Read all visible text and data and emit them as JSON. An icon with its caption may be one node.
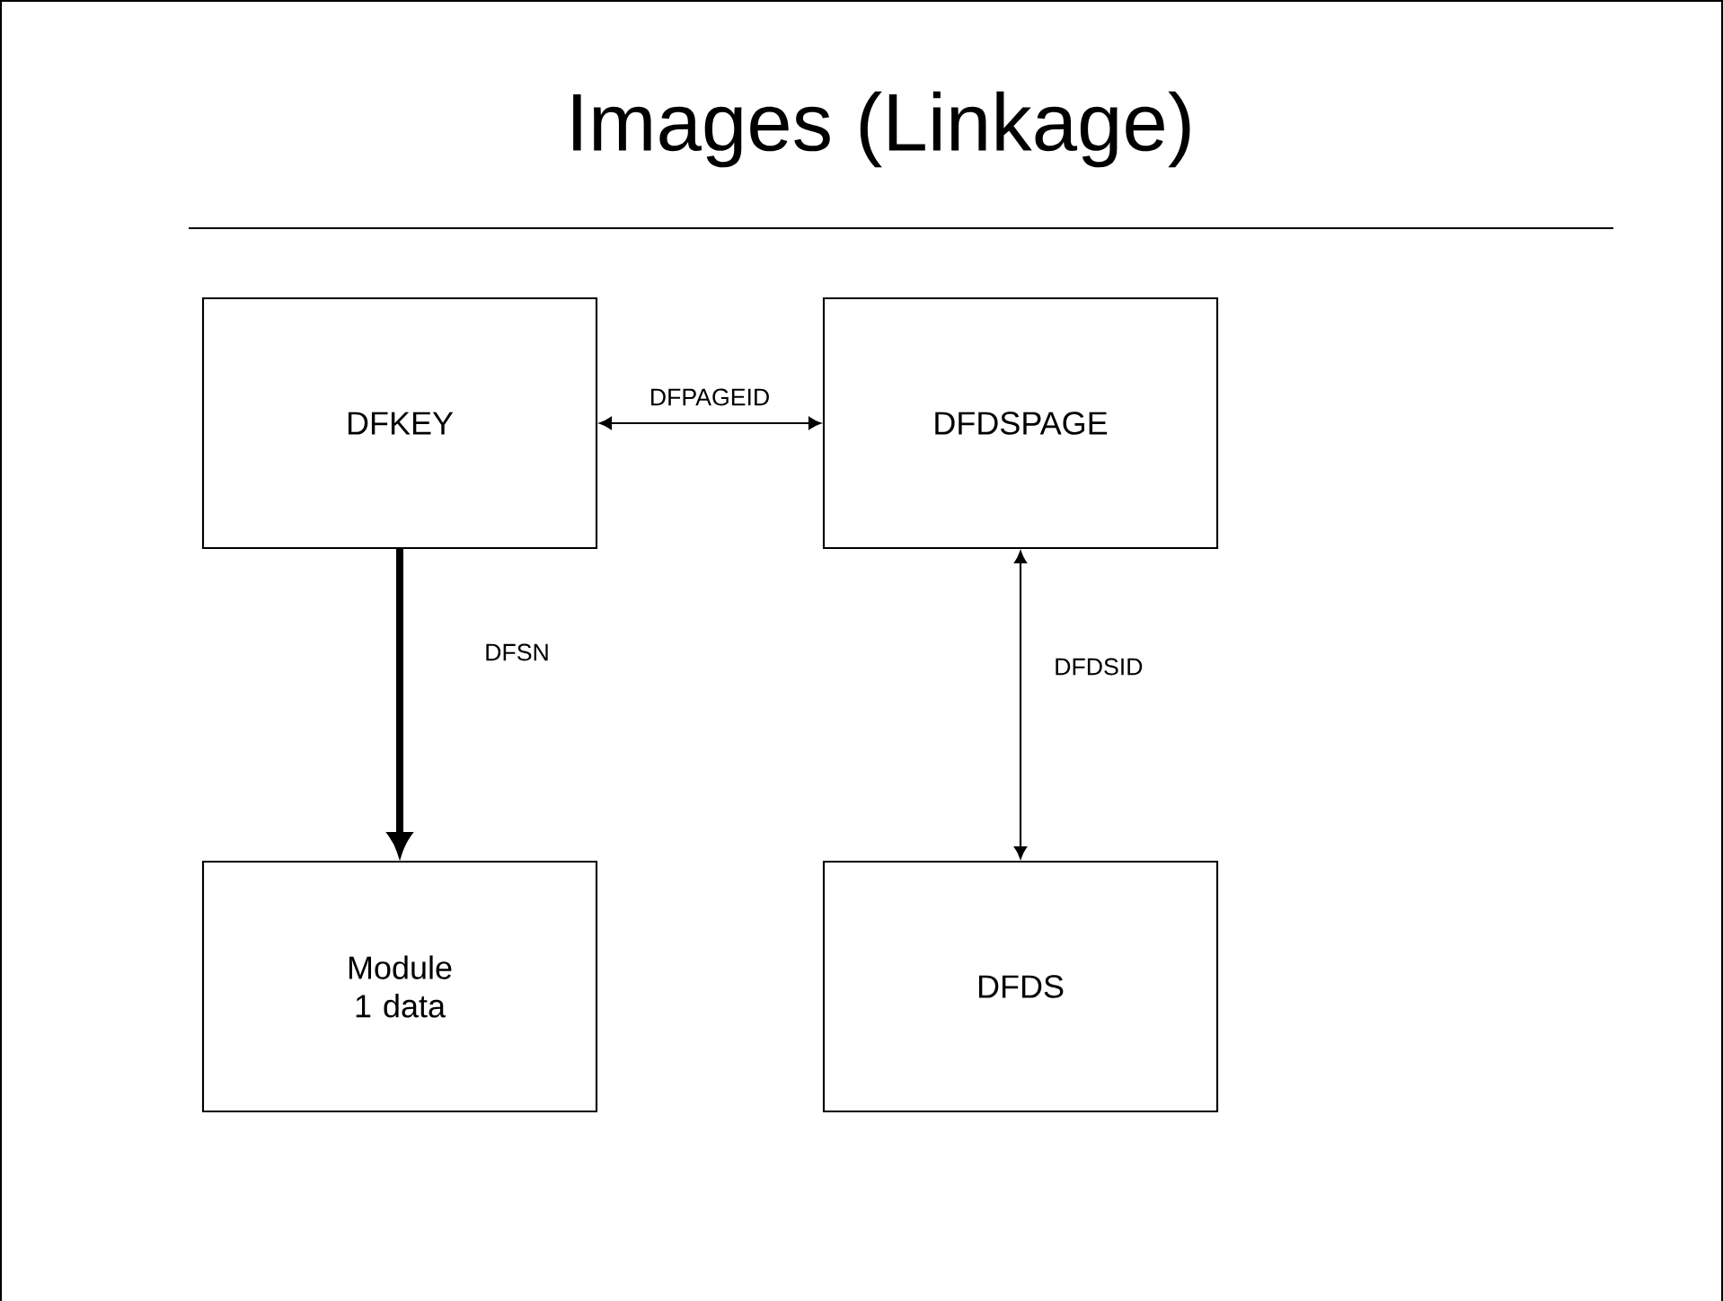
{
  "diagram": {
    "title": "Images (Linkage)",
    "nodes": [
      {
        "text": [
          "DFKEY"
        ]
      },
      {
        "text": [
          "DFDSPAGE"
        ]
      },
      {
        "text": [
          "Module 1 data"
        ]
      },
      {
        "text": [
          "DFDS"
        ]
      }
    ],
    "edges": [
      {
        "from": 0,
        "to": 1,
        "arrow": "both",
        "label": "DFPAGEID"
      },
      {
        "from": 0,
        "to": 2,
        "arrow": "to",
        "label": "DFSN",
        "style": "thick"
      },
      {
        "from": 1,
        "to": 3,
        "arrow": "both",
        "label": "DFDSID"
      }
    ]
  }
}
